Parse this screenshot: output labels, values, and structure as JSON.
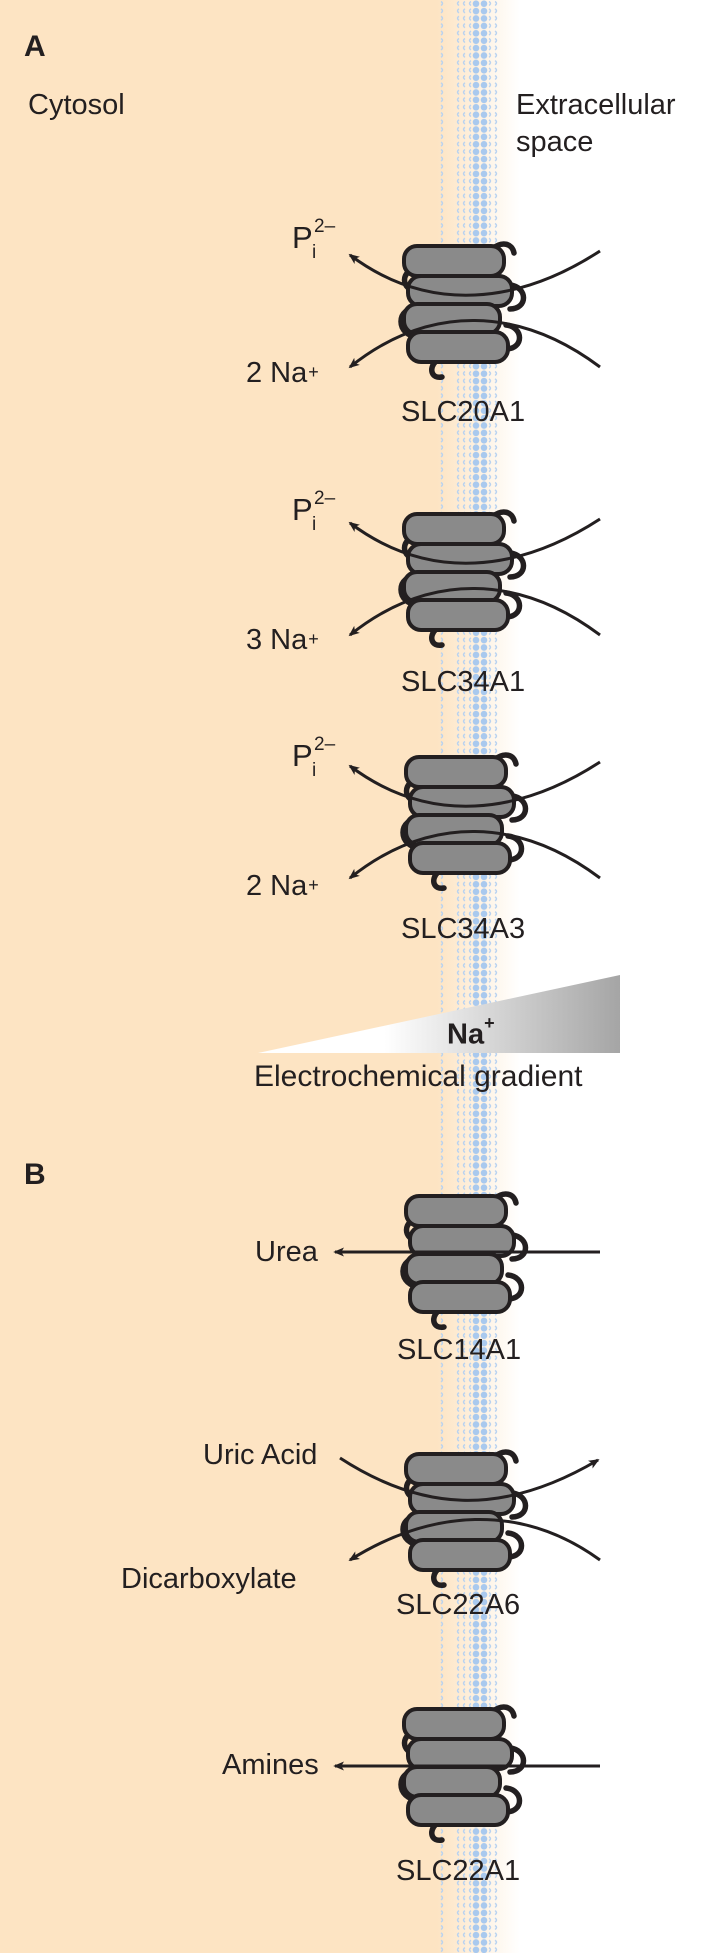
{
  "panels": {
    "a": "A",
    "b": "B"
  },
  "regions": {
    "cytosol": "Cytosol",
    "extracellular_line1": "Extracellular",
    "extracellular_line2": "space"
  },
  "pi_label": {
    "base": "P",
    "subscript": "i",
    "superscript": "2–"
  },
  "transporters_a": [
    {
      "name": "SLC20A1",
      "na_text": "2 Na",
      "na_charge": "+"
    },
    {
      "name": "SLC34A1",
      "na_text": "3 Na",
      "na_charge": "+"
    },
    {
      "name": "SLC34A3",
      "na_text": "2 Na",
      "na_charge": "+"
    }
  ],
  "gradient": {
    "ion": "Na",
    "charge": "+",
    "title": "Electrochemical gradient"
  },
  "transporters_b": [
    {
      "name": "SLC14A1",
      "substrate": "Urea"
    },
    {
      "name": "SLC22A6",
      "substrate_in": "Uric Acid",
      "substrate_out": "Dicarboxylate"
    },
    {
      "name": "SLC22A1",
      "substrate": "Amines"
    }
  ],
  "colors": {
    "cytosol": "#fde4c3",
    "membrane": "#9fc2ea",
    "protein_fill": "#8a8a8a",
    "stroke": "#231f20",
    "gradient_dark": "#a5a5a5"
  }
}
